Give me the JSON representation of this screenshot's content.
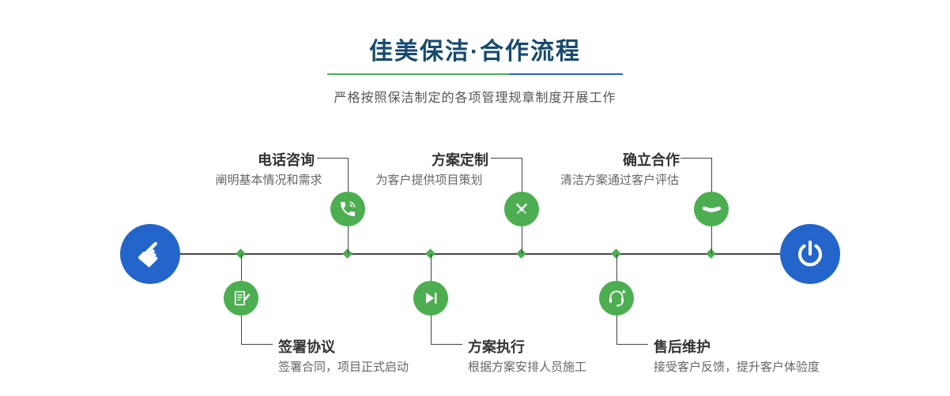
{
  "header": {
    "title": "佳美保洁·合作流程",
    "subtitle": "严格按照保洁制定的各项管理规章制度开展工作"
  },
  "timeline": {
    "start": {
      "icon": "pointing-hand-icon"
    },
    "end": {
      "icon": "power-icon"
    },
    "steps_top": [
      {
        "title": "电话咨询",
        "desc": "阐明基本情况和需求",
        "icon": "phone-icon"
      },
      {
        "title": "方案定制",
        "desc": "为客户提供项目策划",
        "icon": "pen-ruler-icon"
      },
      {
        "title": "确立合作",
        "desc": "清洁方案通过客户评估",
        "icon": "handshake-icon"
      }
    ],
    "steps_bottom": [
      {
        "title": "签署协议",
        "desc": "签署合同，项目正式启动",
        "icon": "document-pencil-icon"
      },
      {
        "title": "方案执行",
        "desc": "根据方案安排人员施工",
        "icon": "play-next-icon"
      },
      {
        "title": "售后维护",
        "desc": "接受客户反馈，提升客户体验度",
        "icon": "headset-icon"
      }
    ],
    "node_icon": "diamond-node"
  },
  "glyphs": {
    "pointing_hand": "☛"
  },
  "theme": {
    "green": "#4cae50",
    "blue": "#2465cb",
    "navy": "#174a6e"
  }
}
